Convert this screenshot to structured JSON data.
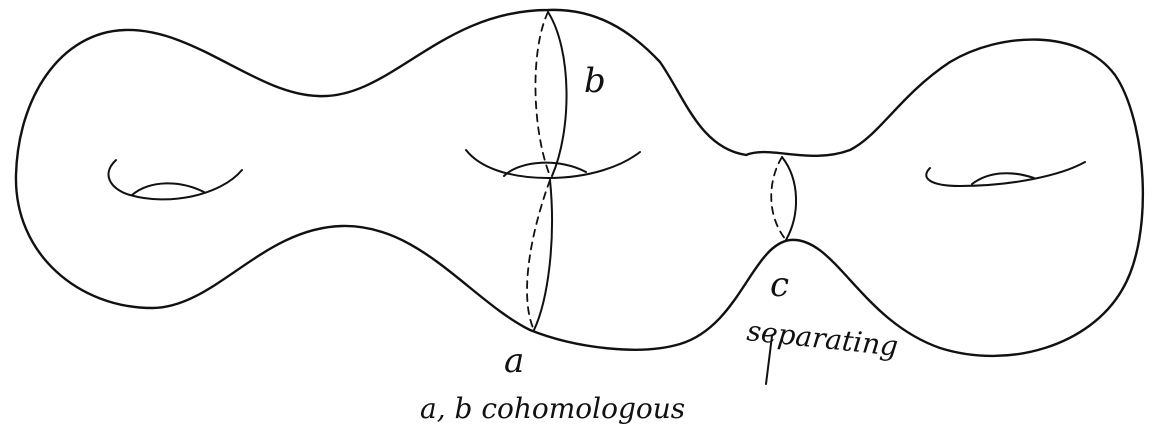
{
  "labels": {
    "curve_a": "a",
    "curve_b": "b",
    "curve_c": "c",
    "separating_note": "separating",
    "cohomologous_note": "a, b cohomologous"
  },
  "colors": {
    "ink": "#111111",
    "paper": "#ffffff"
  }
}
